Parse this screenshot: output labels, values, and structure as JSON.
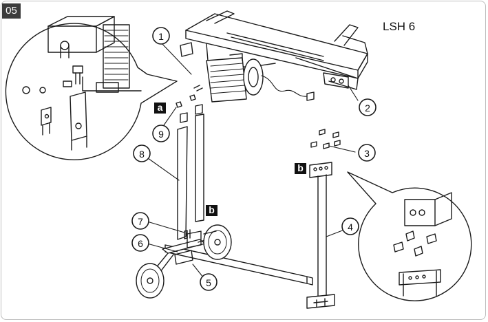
{
  "step": "05",
  "model": "LSH 6",
  "part_tags": {
    "a": "a",
    "b_stand": "b",
    "b_leg": "b"
  },
  "callouts": [
    "1",
    "2",
    "3",
    "4",
    "5",
    "6",
    "7",
    "8",
    "9"
  ],
  "colors": {
    "line": "#1a1a1a",
    "badge_bg": "#3c3c3c",
    "frame": "#bdbdbd"
  }
}
